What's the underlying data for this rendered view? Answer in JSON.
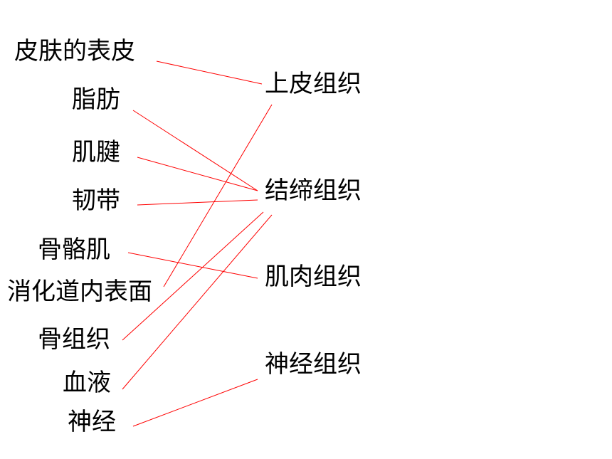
{
  "left_items": [
    {
      "id": "l1",
      "label": "皮肤的表皮"
    },
    {
      "id": "l2",
      "label": "脂肪"
    },
    {
      "id": "l3",
      "label": "肌腱"
    },
    {
      "id": "l4",
      "label": "韧带"
    },
    {
      "id": "l5",
      "label": "骨骼肌"
    },
    {
      "id": "l6",
      "label": "消化道内表面"
    },
    {
      "id": "l7",
      "label": "骨组织"
    },
    {
      "id": "l8",
      "label": "血液"
    },
    {
      "id": "l9",
      "label": "神经"
    }
  ],
  "right_items": [
    {
      "id": "r1",
      "label": "上皮组织"
    },
    {
      "id": "r2",
      "label": "结缔组织"
    },
    {
      "id": "r3",
      "label": "肌肉组织"
    },
    {
      "id": "r4",
      "label": "神经组织"
    }
  ],
  "connections": [
    {
      "from": "l1",
      "to": "r1"
    },
    {
      "from": "l2",
      "to": "r2"
    },
    {
      "from": "l3",
      "to": "r2"
    },
    {
      "from": "l4",
      "to": "r2"
    },
    {
      "from": "l5",
      "to": "r3"
    },
    {
      "from": "l6",
      "to": "r1"
    },
    {
      "from": "l7",
      "to": "r2"
    },
    {
      "from": "l8",
      "to": "r2"
    },
    {
      "from": "l9",
      "to": "r4"
    }
  ],
  "line_color": "#ff0000",
  "text_color": "#000000"
}
